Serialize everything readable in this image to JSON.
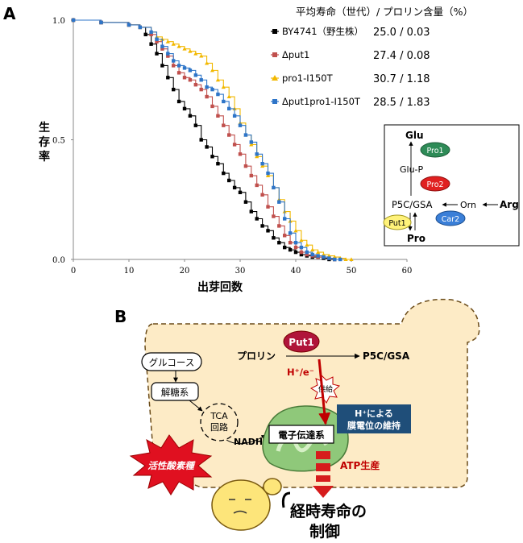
{
  "panel_a": {
    "label": "A",
    "legend_header": "平均寿命（世代）/ プロリン含量（%）",
    "ylabel_chars": [
      "生",
      "存",
      "率"
    ],
    "xlabel": "出芽回数",
    "x_ticks": [
      "0",
      "10",
      "20",
      "30",
      "40",
      "50",
      "60"
    ],
    "y_ticks": [
      "1.0",
      "0.5",
      "0.0"
    ],
    "legend": [
      {
        "name": "BY4741（野生株）",
        "stat": "25.0 / 0.03",
        "color": "#000000",
        "marker": "square"
      },
      {
        "name": "Δput1",
        "stat": "27.4 / 0.08",
        "color": "#c0504d",
        "marker": "square"
      },
      {
        "name": "pro1-I150T",
        "stat": "30.7 / 1.18",
        "color": "#f2b800",
        "marker": "triangle"
      },
      {
        "name": "Δput1pro1-I150T",
        "stat": "28.5 / 1.83",
        "color": "#2e75c8",
        "marker": "square"
      }
    ],
    "pathway": {
      "glu": "Glu",
      "glup": "Glu-P",
      "p5c": "P5C/GSA",
      "orn": "Orn",
      "arg": "Arg",
      "pro": "Pro",
      "enzymes": {
        "pro1": "Pro1",
        "pro2": "Pro2",
        "car2": "Car2",
        "put1": "Put1"
      }
    }
  },
  "panel_b": {
    "label": "B",
    "glucose": "グルコース",
    "glycolysis": "解糖系",
    "tca": "TCA\n回路",
    "tca_l1": "TCA",
    "tca_l2": "回路",
    "nadh": "NADH",
    "etc": "電子伝達系",
    "put1": "Put1",
    "proline": "プロリン",
    "p5c": "P5C/GSA",
    "h_e": "H⁺/e⁻",
    "supply": "供給",
    "membrane_l1": "H⁺による",
    "membrane_l2": "膜電位の維持",
    "atp": "ATP生産",
    "ros": "活性酸素種",
    "lifespan_l1": "経時寿命の",
    "lifespan_l2": "制御"
  },
  "chart_data": {
    "type": "line",
    "title": "",
    "xlabel": "出芽回数",
    "ylabel": "生存率",
    "xlim": [
      0,
      60
    ],
    "ylim": [
      0,
      1.0
    ],
    "series": [
      {
        "name": "BY4741（野生株）",
        "x": [
          0,
          5,
          10,
          12,
          13,
          14,
          15,
          16,
          17,
          18,
          19,
          20,
          21,
          22,
          23,
          24,
          25,
          26,
          27,
          28,
          29,
          30,
          31,
          32,
          33,
          34,
          35,
          36,
          37,
          38,
          39,
          40,
          41,
          42,
          43,
          44,
          45,
          46,
          47
        ],
        "values": [
          1.0,
          0.99,
          0.98,
          0.97,
          0.94,
          0.9,
          0.86,
          0.81,
          0.76,
          0.71,
          0.66,
          0.63,
          0.6,
          0.56,
          0.5,
          0.47,
          0.43,
          0.4,
          0.36,
          0.33,
          0.3,
          0.28,
          0.24,
          0.2,
          0.17,
          0.14,
          0.12,
          0.09,
          0.07,
          0.05,
          0.04,
          0.03,
          0.02,
          0.015,
          0.01,
          0.01,
          0.005,
          0.0,
          0.0
        ]
      },
      {
        "name": "Δput1",
        "x": [
          0,
          5,
          10,
          12,
          14,
          15,
          16,
          17,
          18,
          19,
          20,
          21,
          22,
          23,
          24,
          25,
          26,
          27,
          28,
          29,
          30,
          31,
          32,
          33,
          34,
          35,
          36,
          37,
          38,
          39,
          40,
          41,
          42,
          43,
          44,
          45,
          46,
          47
        ],
        "values": [
          1.0,
          0.99,
          0.98,
          0.97,
          0.94,
          0.91,
          0.88,
          0.85,
          0.81,
          0.78,
          0.76,
          0.75,
          0.73,
          0.71,
          0.68,
          0.64,
          0.6,
          0.56,
          0.52,
          0.48,
          0.44,
          0.39,
          0.35,
          0.31,
          0.27,
          0.22,
          0.18,
          0.14,
          0.1,
          0.07,
          0.05,
          0.03,
          0.02,
          0.015,
          0.01,
          0.01,
          0.005,
          0.0
        ]
      },
      {
        "name": "pro1-I150T",
        "x": [
          0,
          5,
          10,
          12,
          14,
          15,
          16,
          17,
          18,
          19,
          20,
          21,
          22,
          23,
          24,
          25,
          26,
          27,
          28,
          29,
          30,
          31,
          32,
          33,
          34,
          35,
          36,
          37,
          38,
          39,
          40,
          41,
          42,
          43,
          44,
          45,
          46,
          47,
          48,
          49,
          50
        ],
        "values": [
          1.0,
          0.99,
          0.98,
          0.97,
          0.95,
          0.93,
          0.92,
          0.91,
          0.9,
          0.89,
          0.88,
          0.87,
          0.86,
          0.85,
          0.82,
          0.79,
          0.75,
          0.72,
          0.68,
          0.63,
          0.57,
          0.52,
          0.48,
          0.43,
          0.39,
          0.35,
          0.3,
          0.25,
          0.2,
          0.16,
          0.12,
          0.08,
          0.06,
          0.04,
          0.03,
          0.02,
          0.015,
          0.01,
          0.005,
          0.0,
          0.0
        ]
      },
      {
        "name": "Δput1pro1-I150T",
        "x": [
          0,
          5,
          10,
          12,
          14,
          15,
          16,
          17,
          18,
          19,
          20,
          21,
          22,
          23,
          24,
          25,
          26,
          27,
          28,
          29,
          30,
          31,
          32,
          33,
          34,
          35,
          36,
          37,
          38,
          39,
          40,
          41,
          42,
          43,
          44,
          45,
          46,
          47,
          48
        ],
        "values": [
          1.0,
          0.99,
          0.98,
          0.97,
          0.95,
          0.92,
          0.89,
          0.86,
          0.83,
          0.81,
          0.8,
          0.79,
          0.77,
          0.75,
          0.72,
          0.71,
          0.69,
          0.66,
          0.63,
          0.6,
          0.56,
          0.52,
          0.49,
          0.44,
          0.4,
          0.36,
          0.3,
          0.24,
          0.17,
          0.11,
          0.07,
          0.05,
          0.03,
          0.02,
          0.015,
          0.01,
          0.005,
          0.0,
          0.0
        ]
      }
    ]
  }
}
